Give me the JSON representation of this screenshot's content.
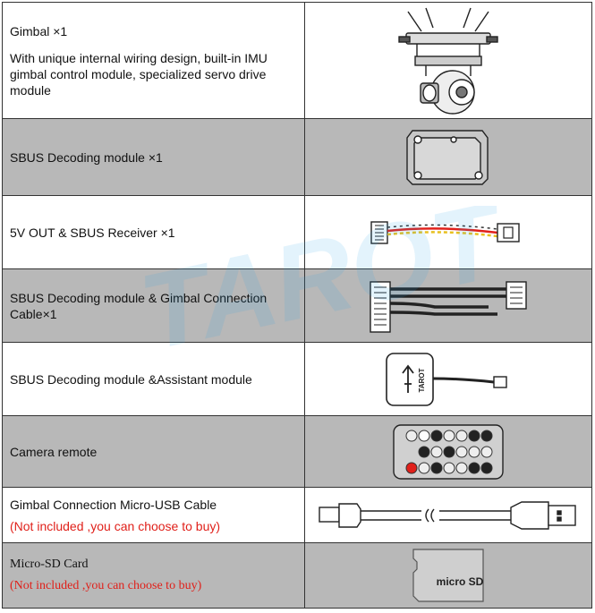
{
  "watermark": "TAROT",
  "rows": [
    {
      "name": "Gimbal ×1",
      "detail": "With unique internal wiring design, built-in IMU gimbal control module, specialized servo drive module",
      "icon": "gimbal-icon"
    },
    {
      "name": "SBUS Decoding module ×1",
      "icon": "sbus-module-icon"
    },
    {
      "name": "5V OUT & SBUS Receiver ×1",
      "icon": "receiver-cable-icon"
    },
    {
      "name": "SBUS Decoding module & Gimbal Connection Cable×1",
      "icon": "connection-cable-icon"
    },
    {
      "name": "SBUS Decoding module &Assistant module",
      "icon": "assistant-module-icon"
    },
    {
      "name": "Camera remote",
      "icon": "camera-remote-icon"
    },
    {
      "name": "Gimbal Connection Micro-USB Cable",
      "note": "(Not included ,you can choose to buy)",
      "icon": "micro-usb-cable-icon"
    },
    {
      "name": "Micro-SD Card",
      "note": "(Not included ,you can choose to buy)",
      "icon": "micro-sd-card-icon"
    }
  ],
  "assistant_label": "TAROT",
  "sd_label": "micro SD",
  "colors": {
    "gray_row": "#b8b8b8",
    "note_red": "#e0201a",
    "watermark_blue": "#2aa3ea"
  }
}
